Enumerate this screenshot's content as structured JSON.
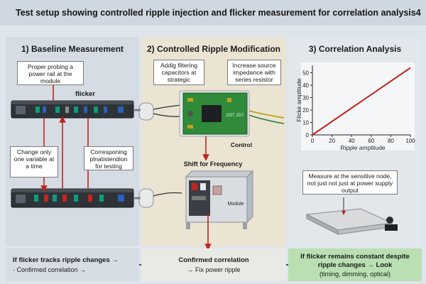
{
  "title": "Test setup showing controlled ripple injection and flicker measurement for correlation analysis4",
  "panels": {
    "baseline": {
      "title": "1) Baseline Measurement",
      "note_top": "Proper probing a power rail at the module",
      "strip_label": "flicker",
      "note_change": "Change only one variable at a time",
      "note_corresponding": "Corresponing plnatistendion for testing"
    },
    "ripple": {
      "title": "2) Controlled Ripple Modification",
      "note_add": "Addig filtering capacitors at strategic",
      "note_increase": "Increase source impedance with series resistor",
      "board_label": "Control",
      "board_chip_text": "DST 2D7",
      "shift_label": "Shift for Frequency",
      "module_label": "Module"
    },
    "correlation": {
      "title": "3) Correlation Analysis",
      "note_measure": "Measure at the sensitive node, not just not just at power supply output"
    }
  },
  "bottom": {
    "left_bold": "If flicker tracks ripple changes →",
    "left_sub": "· Confirmed correlation →",
    "mid_bold": "Confirmed correlation",
    "mid_sub": "→ Fix power ripple",
    "right_bold": "If flicker remains constant despite ripple changes → Look",
    "right_sub": "(timing, dimming, optical)"
  },
  "colors": {
    "trace": "#c0261f",
    "device_dark": "#2e3338",
    "board_green": "#2f8a3a"
  },
  "chart_data": {
    "type": "line",
    "x": [
      0,
      100
    ],
    "y": [
      0,
      54
    ],
    "xlabel": "Ripple amplitude",
    "ylabel": "Flicke amplitude",
    "xticks": [
      0,
      20,
      40,
      60,
      80,
      100
    ],
    "yticks": [
      0,
      10,
      20,
      30,
      40,
      50
    ],
    "xlim": [
      0,
      100
    ],
    "ylim": [
      0,
      56
    ],
    "line_color": "#c0261f",
    "grid": false
  }
}
